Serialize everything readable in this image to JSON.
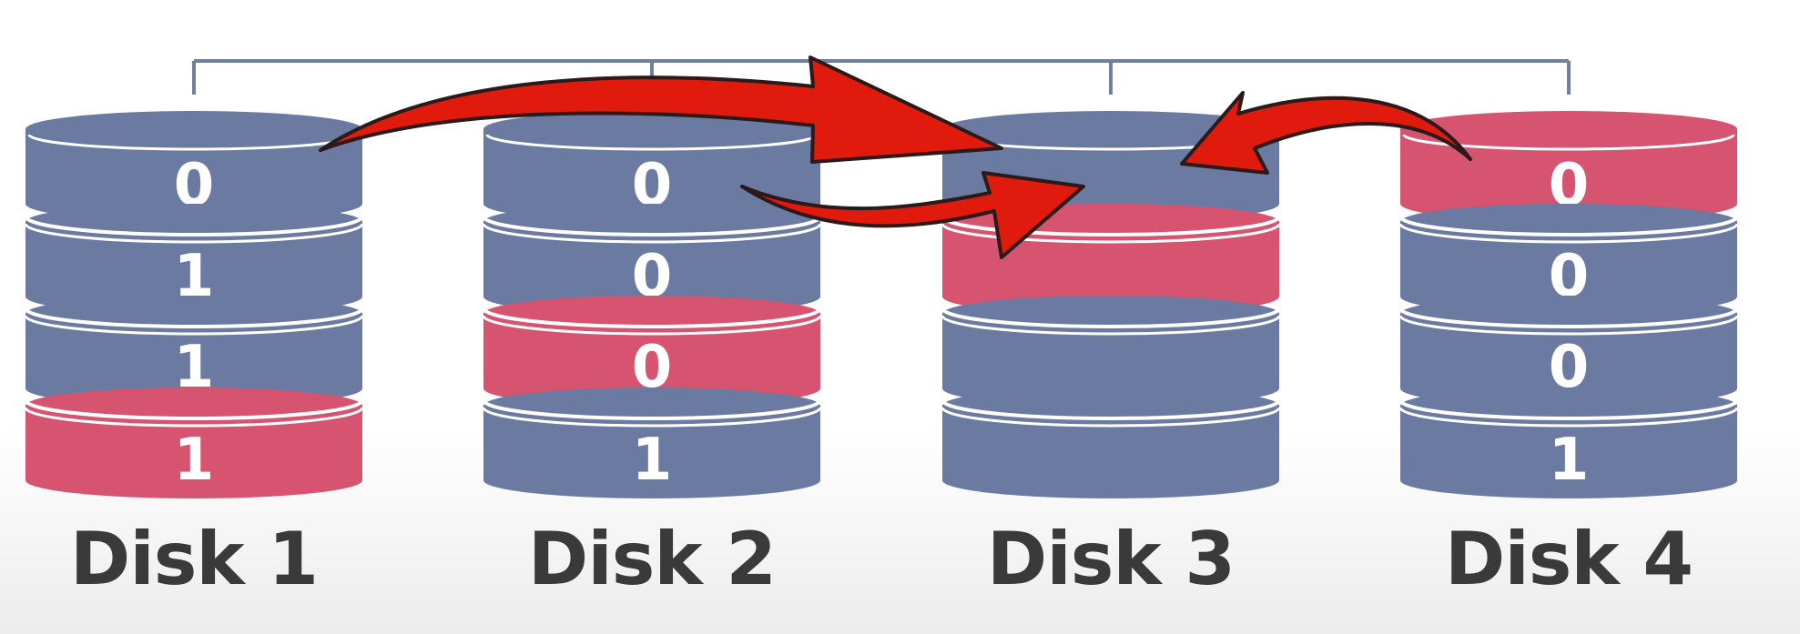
{
  "colors": {
    "blue_segment": "#6b7aa1",
    "red_segment": "#d6546f",
    "connector_line": "#6f7f9f",
    "arrow_fill": "#e01a0c",
    "arrow_stroke": "#2a1a1a",
    "label_text": "#3a3a3a"
  },
  "icons": {
    "arrow": "curved-arrow"
  },
  "disks": [
    {
      "label": "Disk 1",
      "segments": [
        {
          "digit": "0",
          "color": "blue"
        },
        {
          "digit": "1",
          "color": "blue"
        },
        {
          "digit": "1",
          "color": "blue"
        },
        {
          "digit": "1",
          "color": "red"
        }
      ]
    },
    {
      "label": "Disk 2",
      "segments": [
        {
          "digit": "0",
          "color": "blue"
        },
        {
          "digit": "0",
          "color": "blue"
        },
        {
          "digit": "0",
          "color": "red"
        },
        {
          "digit": "1",
          "color": "blue"
        }
      ]
    },
    {
      "label": "Disk 3",
      "segments": [
        {
          "digit": "",
          "color": "blue"
        },
        {
          "digit": "",
          "color": "red"
        },
        {
          "digit": "",
          "color": "blue"
        },
        {
          "digit": "",
          "color": "blue"
        }
      ]
    },
    {
      "label": "Disk 4",
      "segments": [
        {
          "digit": "0",
          "color": "red"
        },
        {
          "digit": "0",
          "color": "blue"
        },
        {
          "digit": "0",
          "color": "blue"
        },
        {
          "digit": "1",
          "color": "blue"
        }
      ]
    }
  ],
  "arrows": [
    {
      "from": "Disk 1",
      "to": "Disk 3"
    },
    {
      "from": "Disk 2",
      "to": "Disk 3"
    },
    {
      "from": "Disk 4",
      "to": "Disk 3"
    }
  ]
}
